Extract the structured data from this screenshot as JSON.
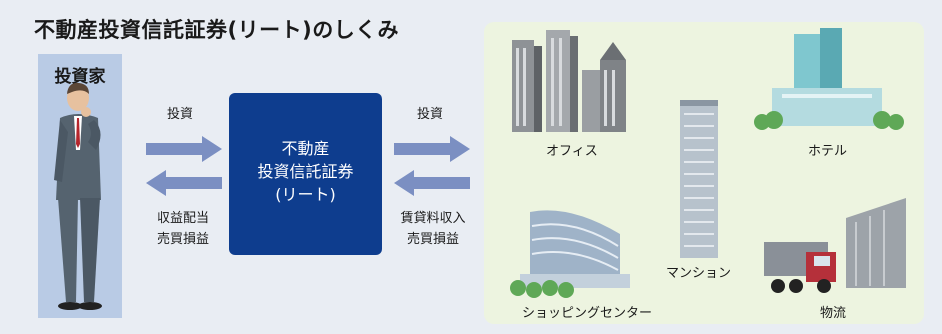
{
  "title": "不動産投資信託証券(リート)のしくみ",
  "investor": {
    "label": "投資家"
  },
  "left_flow": {
    "top_label": "投資",
    "bottom_line1": "収益配当",
    "bottom_line2": "売買損益"
  },
  "reit": {
    "line1": "不動産",
    "line2": "投資信託証券",
    "line3": "(リート)"
  },
  "right_flow": {
    "top_label": "投資",
    "bottom_line1": "賃貸料収入",
    "bottom_line2": "売買損益"
  },
  "assets": {
    "office": "オフィス",
    "hotel": "ホテル",
    "mansion": "マンション",
    "shopping": "ショッピングセンター",
    "logistics": "物流"
  },
  "colors": {
    "reit_box": "#0e3d8e",
    "arrow": "#7b8fc2",
    "investor_panel": "#b9cbe5",
    "assets_panel": "#edf4e0"
  }
}
